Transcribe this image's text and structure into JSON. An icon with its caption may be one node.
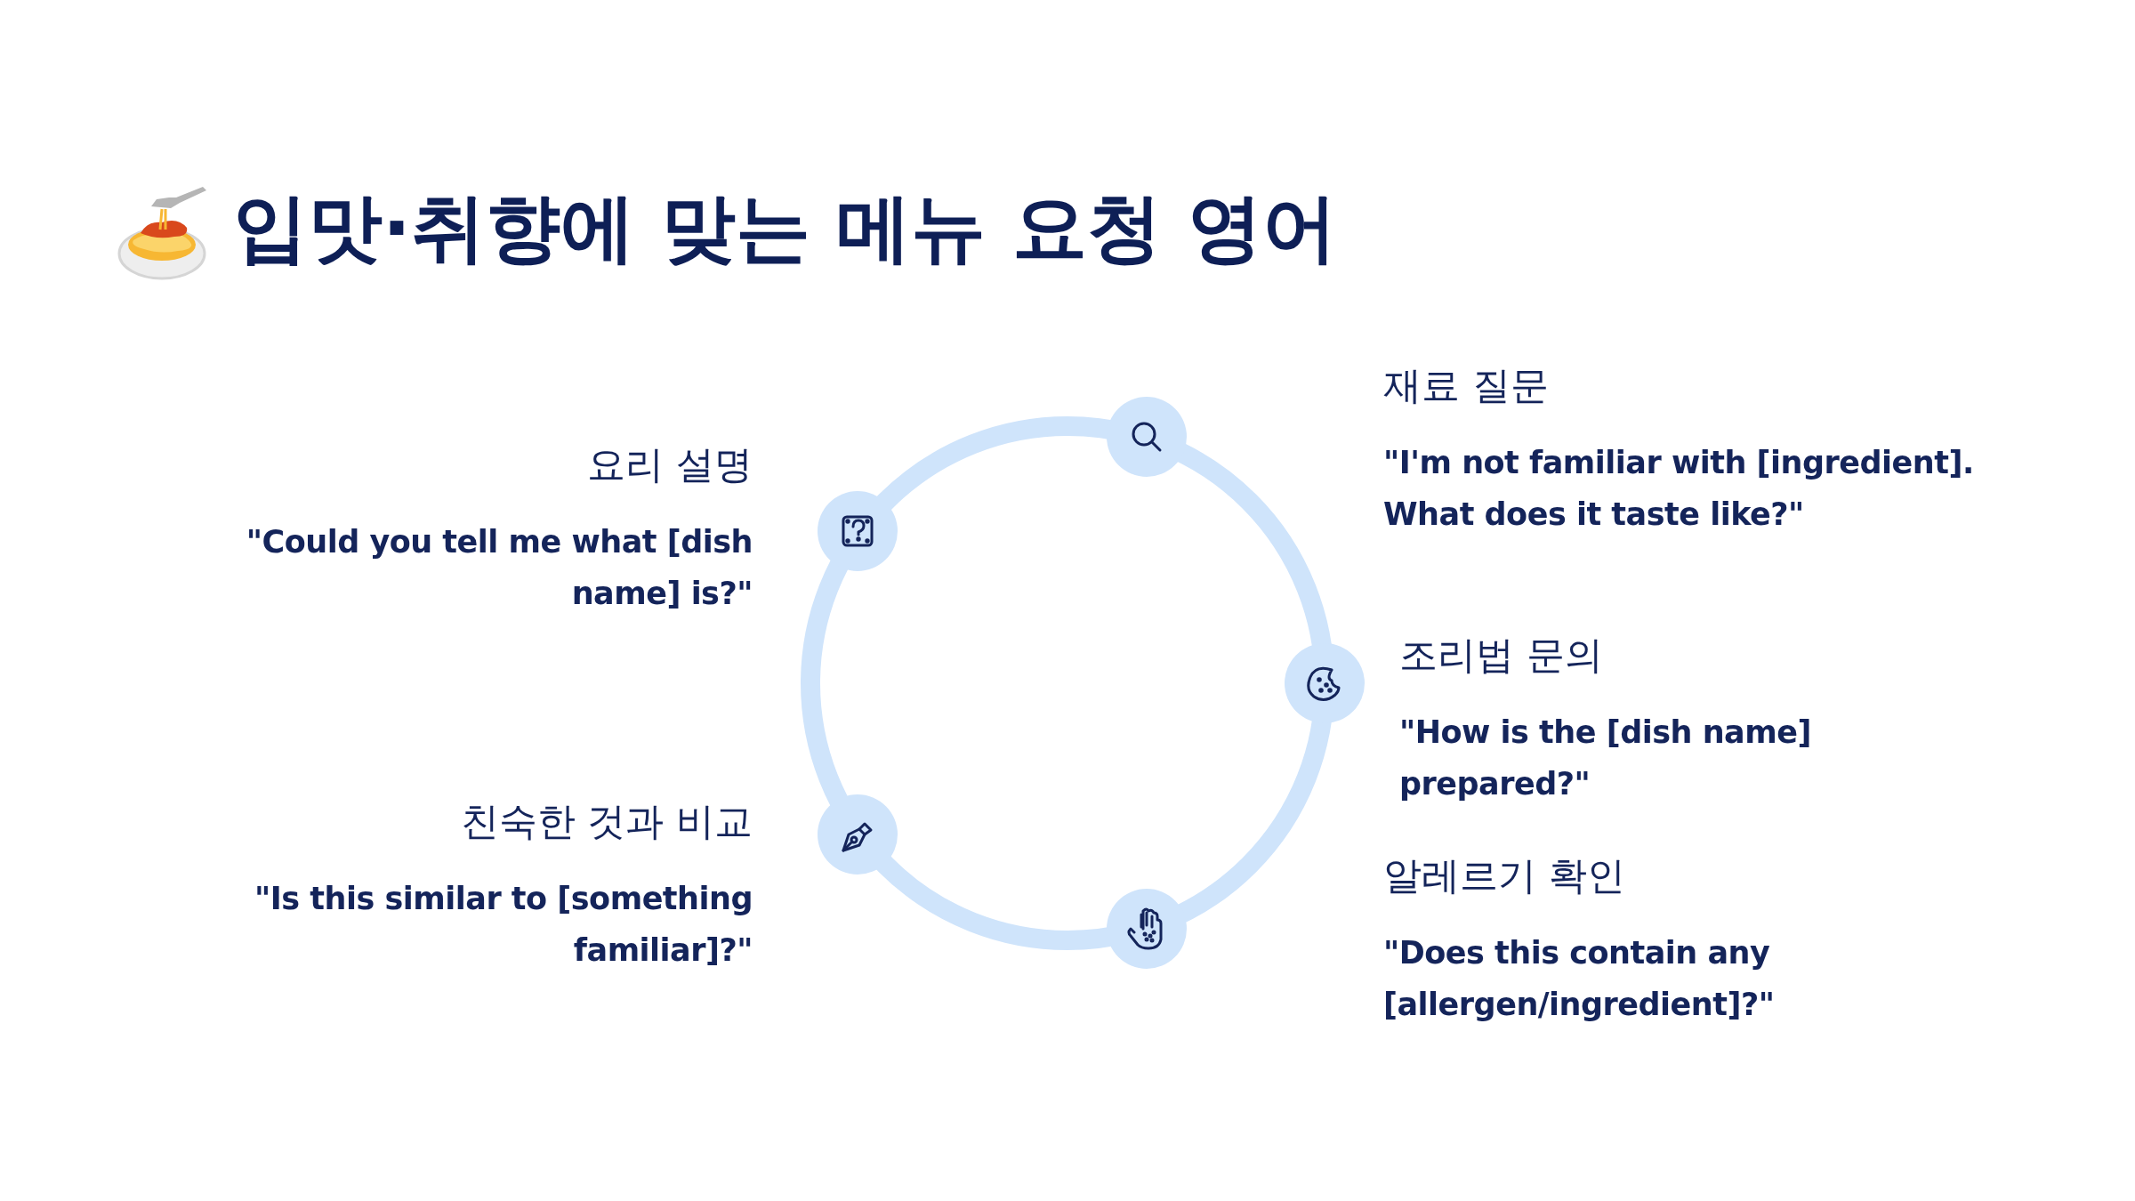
{
  "diagram": {
    "title": "입맛·취향에 맞는 메뉴 요청 영어",
    "nodes": [
      {
        "text": [
          "재료 질문",
          "\"I'm not familiar with [ingredient]. What does it taste like?\""
        ]
      },
      {
        "text": [
          "요리 설명",
          "\"Could you tell me what [dish name] is?\""
        ]
      },
      {
        "text": [
          "조리법 문의",
          "\"How is the [dish name] prepared?\""
        ]
      },
      {
        "text": [
          "친숙한 것과 비교",
          "\"Is this similar to [something familiar]?\""
        ]
      },
      {
        "text": [
          "알레르기 확인",
          "\"Does this contain any [allergen/ingredient]?\""
        ]
      }
    ],
    "edges": []
  }
}
